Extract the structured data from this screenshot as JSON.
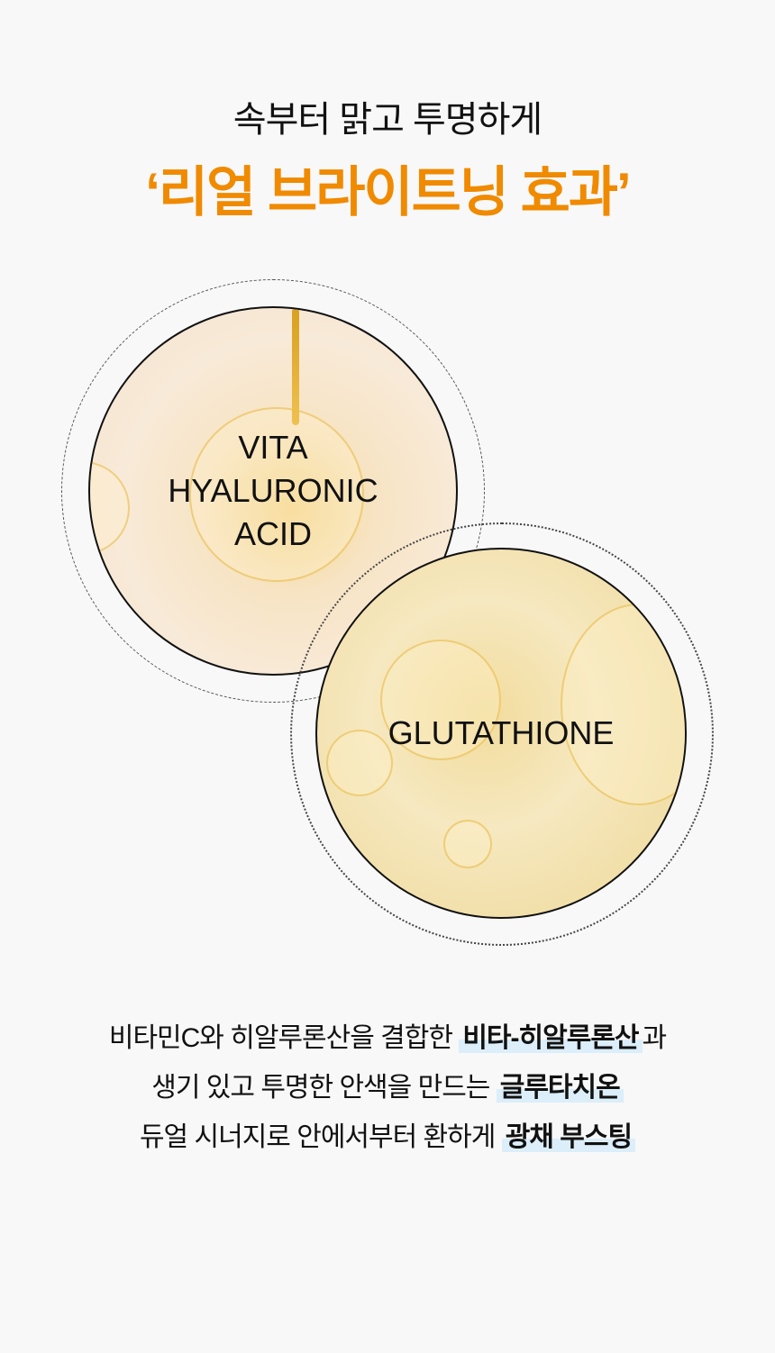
{
  "heading": {
    "subtitle": "속부터 맑고 투명하게",
    "title": "‘리얼 브라이트닝 효과’"
  },
  "ingredients": [
    {
      "label_lines": [
        "VITA",
        "HYALURONIC",
        "ACID"
      ]
    },
    {
      "label": "GLUTATHIONE"
    }
  ],
  "description": {
    "lines": [
      {
        "text": "비타민C와 히알루론산을 결합한 ",
        "highlight": "비타-히알루론산",
        "suffix": "과"
      },
      {
        "text": "생기 있고 투명한 안색을 만드는 ",
        "highlight": "글루타치온",
        "suffix": ""
      },
      {
        "text": "듀얼 시너지로 안에서부터 환하게 ",
        "highlight": "광채 부스팅",
        "suffix": ""
      }
    ]
  },
  "colors": {
    "accent": "#f08a00",
    "highlight": "#dbeefa"
  }
}
